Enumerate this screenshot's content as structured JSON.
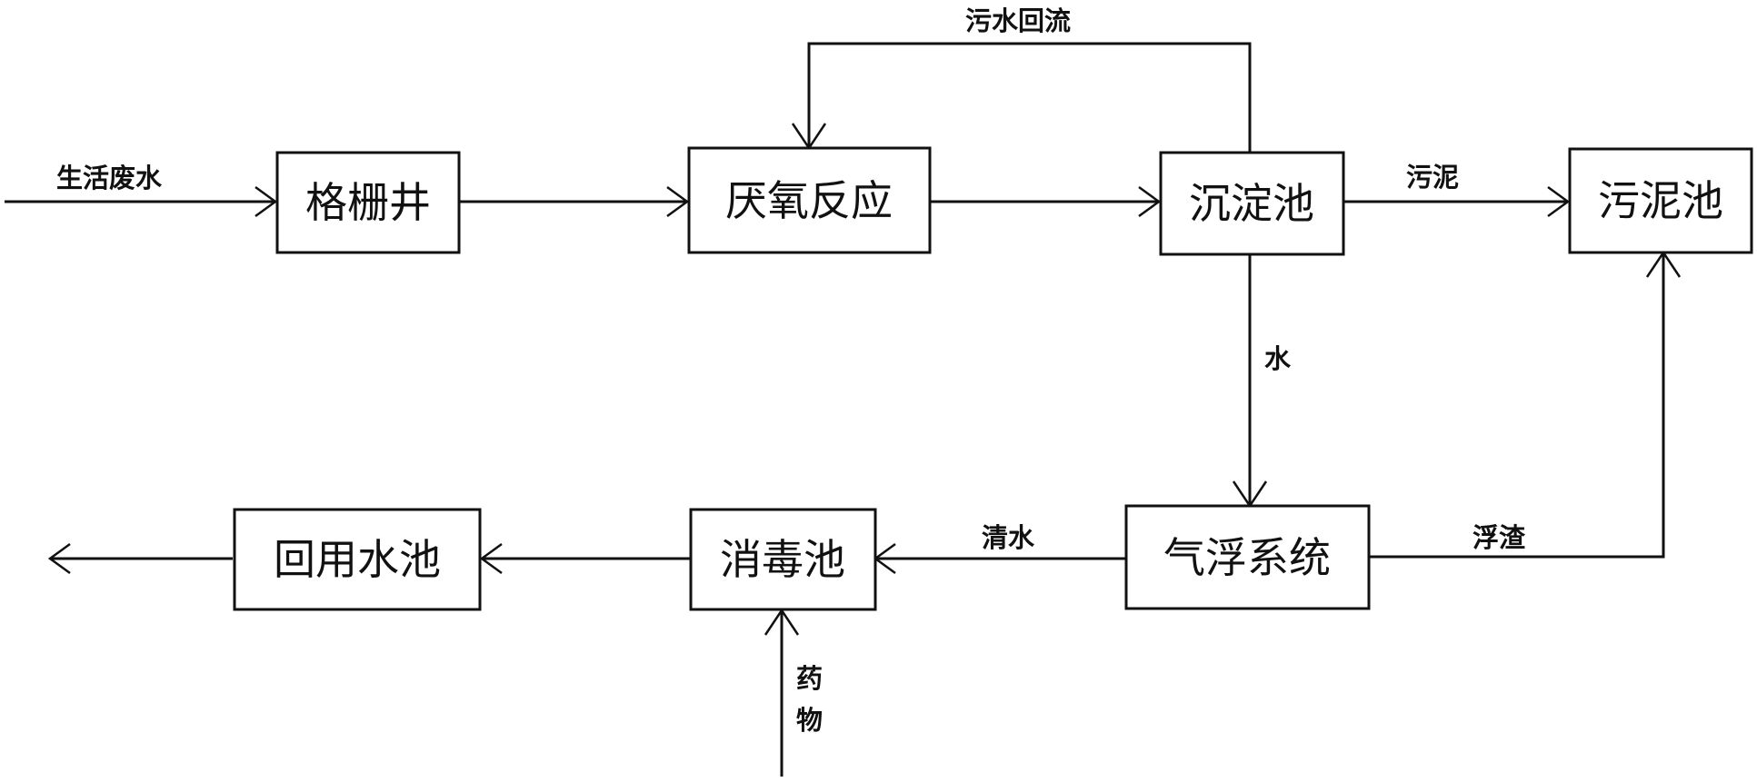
{
  "nodes": {
    "grille_well": "格栅井",
    "anaerobic_reaction": "厌氧反应",
    "sedimentation_tank": "沉淀池",
    "sludge_tank": "污泥池",
    "air_flotation": "气浮系统",
    "disinfection_tank": "消毒池",
    "reuse_water_tank": "回用水池"
  },
  "edges": {
    "domestic_wastewater": "生活废水",
    "sewage_return": "污水回流",
    "sludge": "污泥",
    "water": "水",
    "scum": "浮渣",
    "clean_water": "清水",
    "chemical_1": "药",
    "chemical_2": "物"
  },
  "colors": {
    "line": "#111111",
    "background": "#ffffff"
  }
}
